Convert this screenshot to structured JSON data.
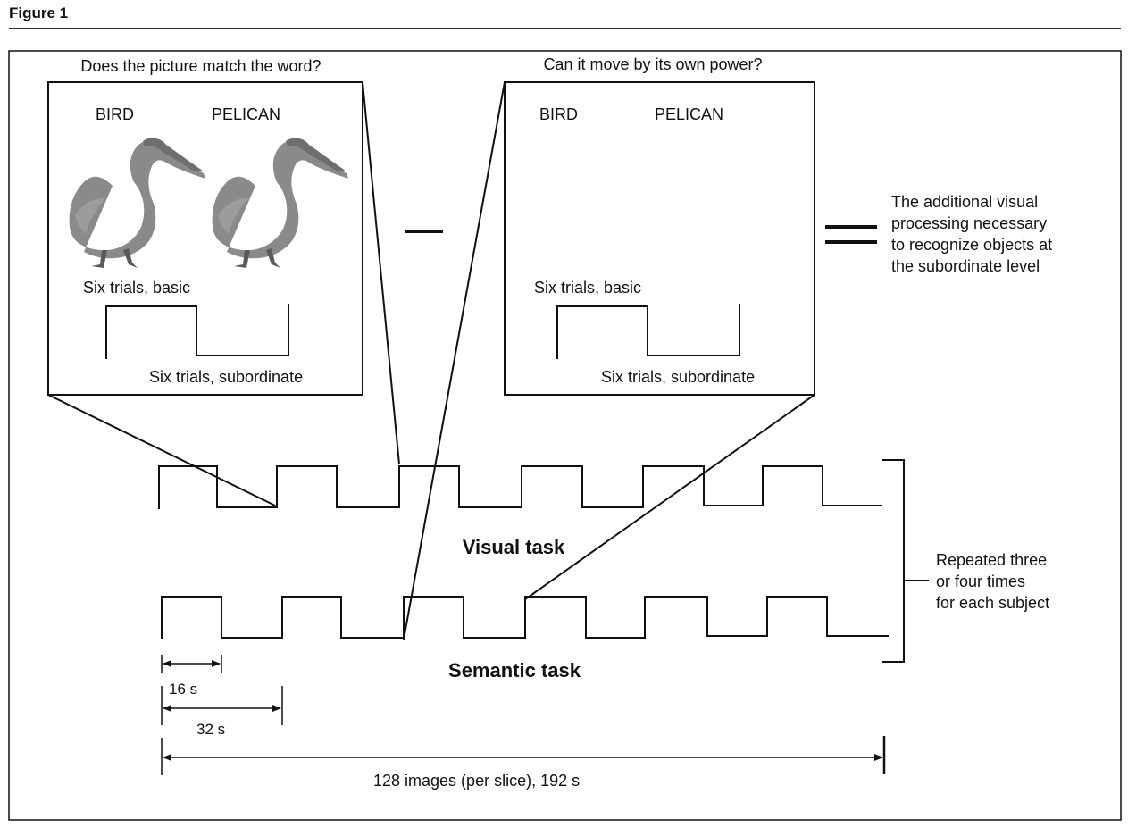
{
  "figure_label": "Figure 1",
  "left_panel": {
    "question": "Does the picture match the word?",
    "word_basic": "BIRD",
    "word_subordinate": "PELICAN",
    "trials_basic": "Six trials, basic",
    "trials_subordinate": "Six trials, subordinate"
  },
  "right_panel": {
    "question": "Can it move by its own power?",
    "word_basic": "BIRD",
    "word_subordinate": "PELICAN",
    "trials_basic": "Six trials, basic",
    "trials_subordinate": "Six trials, subordinate"
  },
  "operator_minus": "−",
  "operator_equals": "=",
  "result_text": [
    "The additional visual",
    "processing necessary",
    "to recognize objects at",
    "the subordinate level"
  ],
  "visual_task_label": "Visual task",
  "semantic_task_label": "Semantic task",
  "repeat_text": [
    "Repeated three",
    "or four times",
    "for each subject"
  ],
  "timing": {
    "short_label": "16 s",
    "medium_label": "32 s",
    "total_label": "128 images (per slice), 192 s"
  },
  "colors": {
    "line": "#111111",
    "pelican": "#8a8a8a"
  }
}
